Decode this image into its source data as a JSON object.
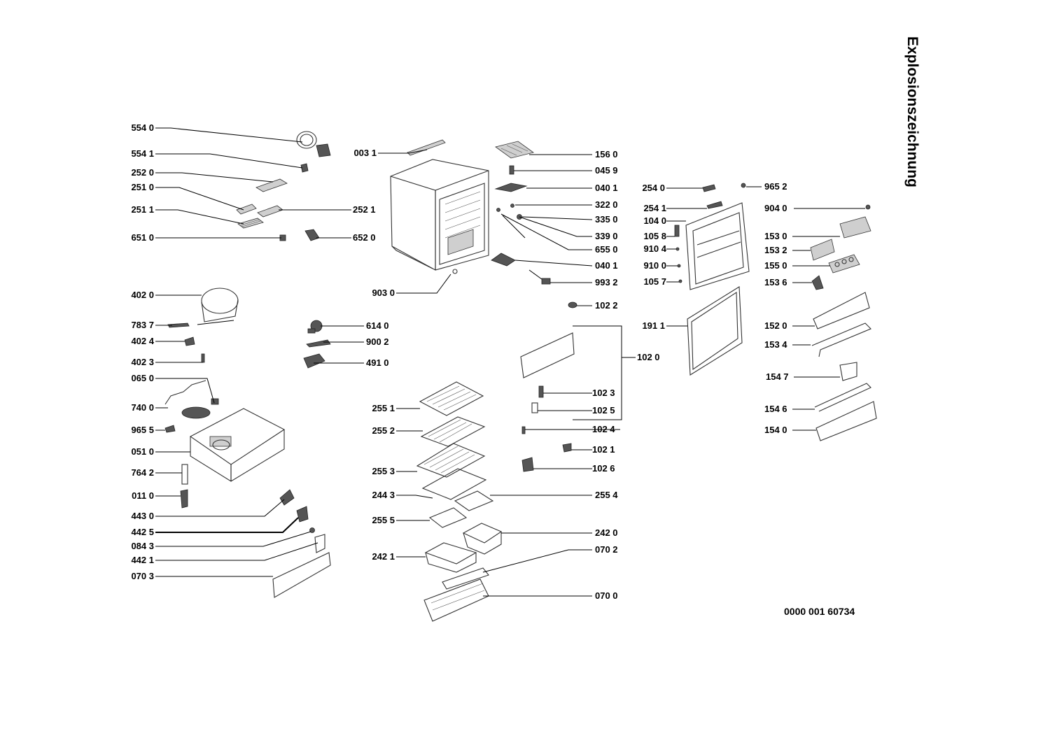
{
  "title": "Explosionszeichnung",
  "document_number": "0000 001 60734",
  "labels": {
    "p5540": "554 0",
    "p5541": "554 1",
    "p2520": "252 0",
    "p2510": "251 0",
    "p2511": "251 1",
    "p6510": "651 0",
    "p0031": "003 1",
    "p2521": "252 1",
    "p6520": "652 0",
    "p1560": "156 0",
    "p0459": "045 9",
    "p0401a": "040 1",
    "p3220": "322 0",
    "p3350": "335 0",
    "p3390": "339 0",
    "p6550": "655 0",
    "p0401b": "040 1",
    "p9932": "993 2",
    "p1022": "102 2",
    "p9030": "903 0",
    "p2540": "254 0",
    "p2541": "254 1",
    "p1040": "104 0",
    "p1058": "105 8",
    "p9104": "910 4",
    "p9100": "910 0",
    "p1057": "105 7",
    "p1911": "191 1",
    "p1020": "102 0",
    "p9652": "965 2",
    "p9040": "904 0",
    "p1530": "153 0",
    "p1532": "153 2",
    "p1550": "155 0",
    "p1536": "153 6",
    "p1520": "152 0",
    "p1534": "153 4",
    "p1547": "154 7",
    "p1546": "154 6",
    "p1540": "154 0",
    "p4020": "402 0",
    "p7837": "783 7",
    "p4024": "402 4",
    "p4023": "402 3",
    "p0650": "065 0",
    "p7400": "740 0",
    "p9655": "965 5",
    "p0510": "051 0",
    "p7642": "764 2",
    "p0110": "011 0",
    "p4430": "443 0",
    "p4425": "442 5",
    "p0843": "084 3",
    "p4421": "442 1",
    "p0703": "070 3",
    "p6140": "614 0",
    "p9002": "900 2",
    "p4910": "491 0",
    "p1023": "102 3",
    "p1025": "102 5",
    "p1024": "102 4",
    "p1021": "102 1",
    "p1026": "102 6",
    "p2551": "255 1",
    "p2552": "255 2",
    "p2553": "255 3",
    "p2443": "244 3",
    "p2554": "255 4",
    "p2555": "255 5",
    "p2420": "242 0",
    "p2421": "242 1",
    "p0702": "070 2",
    "p0700": "070 0"
  }
}
